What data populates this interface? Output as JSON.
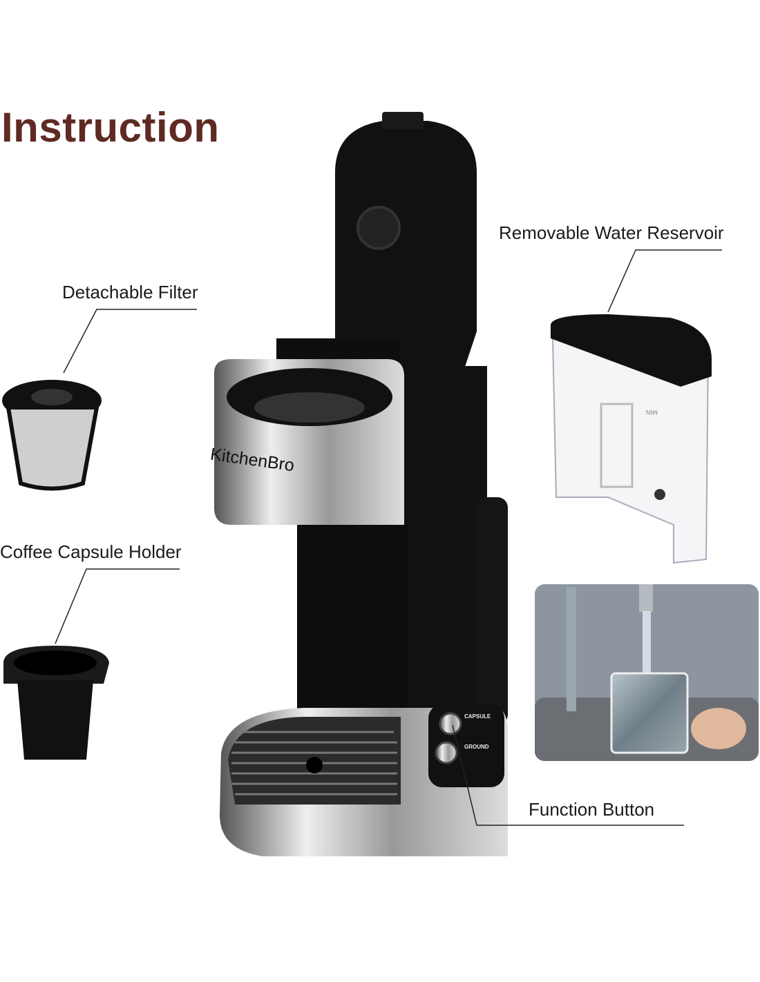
{
  "title": "Instruction",
  "brand": "KitchenBro",
  "labels": {
    "reservoir": "Removable Water Reservoir",
    "filter": "Detachable Filter",
    "capsule_holder": "Coffee Capsule Holder",
    "function_button": "Function Button"
  },
  "buttons": {
    "capsule": "CAPSULE",
    "ground": "GROUND"
  },
  "reservoir_mark": "MIN",
  "colors": {
    "title": "#5e2a22"
  }
}
